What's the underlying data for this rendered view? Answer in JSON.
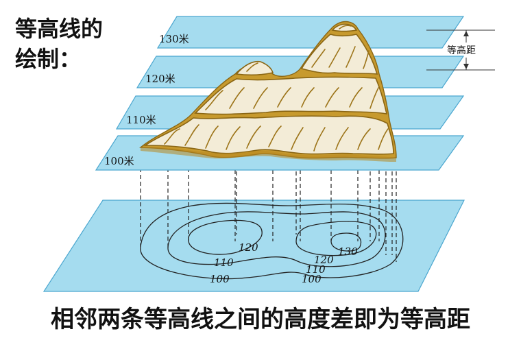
{
  "heading": {
    "line1": "等高线的",
    "line2": "绘制："
  },
  "caption": "相邻两条等高线之间的高度差即为等高距",
  "interval_note": "等高距",
  "planes": [
    {
      "label": "130米",
      "elevation": 130
    },
    {
      "label": "120米",
      "elevation": 120
    },
    {
      "label": "110米",
      "elevation": 110
    },
    {
      "label": "100米",
      "elevation": 100
    }
  ],
  "contour_labels": {
    "left_inner": "120",
    "right_inner": "130",
    "mid": "110",
    "outer": "100",
    "right_120": "120",
    "right_110": "110",
    "right_100": "100"
  },
  "colors": {
    "plane_fill": "#a5dcef",
    "plane_stroke": "#4aa6cf",
    "mountain_rock": "#c79a2e",
    "mountain_face": "#f3ecd7"
  }
}
